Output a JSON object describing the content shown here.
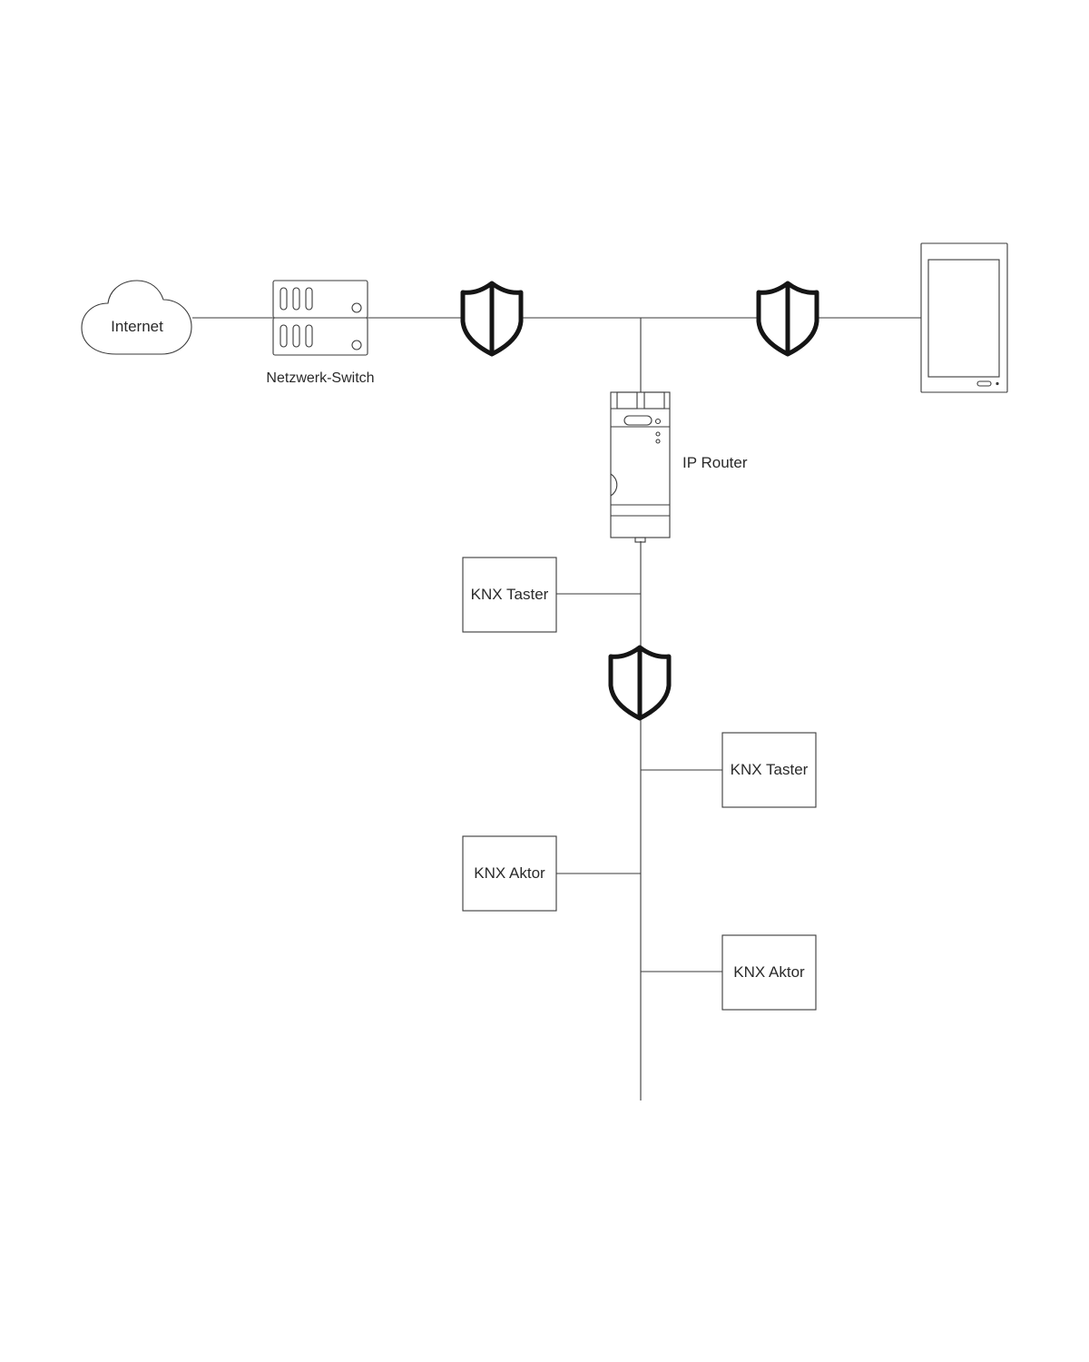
{
  "nodes": {
    "internet": {
      "label": "Internet",
      "icon": "cloud-icon"
    },
    "switch": {
      "label": "Netzwerk-Switch",
      "icon": "network-switch-icon"
    },
    "router": {
      "label": "IP Router",
      "icon": "din-rail-router-icon"
    },
    "tablet": {
      "label": "",
      "icon": "tablet-icon"
    },
    "taster_1": {
      "label": "KNX Taster"
    },
    "taster_2": {
      "label": "KNX Taster"
    },
    "aktor_1": {
      "label": "KNX Aktor"
    },
    "aktor_2": {
      "label": "KNX Aktor"
    }
  },
  "security_points": [
    {
      "id": "shield-switch-side",
      "icon": "shield-icon"
    },
    {
      "id": "shield-tablet-side",
      "icon": "shield-icon"
    },
    {
      "id": "shield-knx-line",
      "icon": "shield-icon"
    }
  ],
  "colors": {
    "line": "#3a3a3a",
    "shield": "#151515",
    "background": "#ffffff"
  }
}
